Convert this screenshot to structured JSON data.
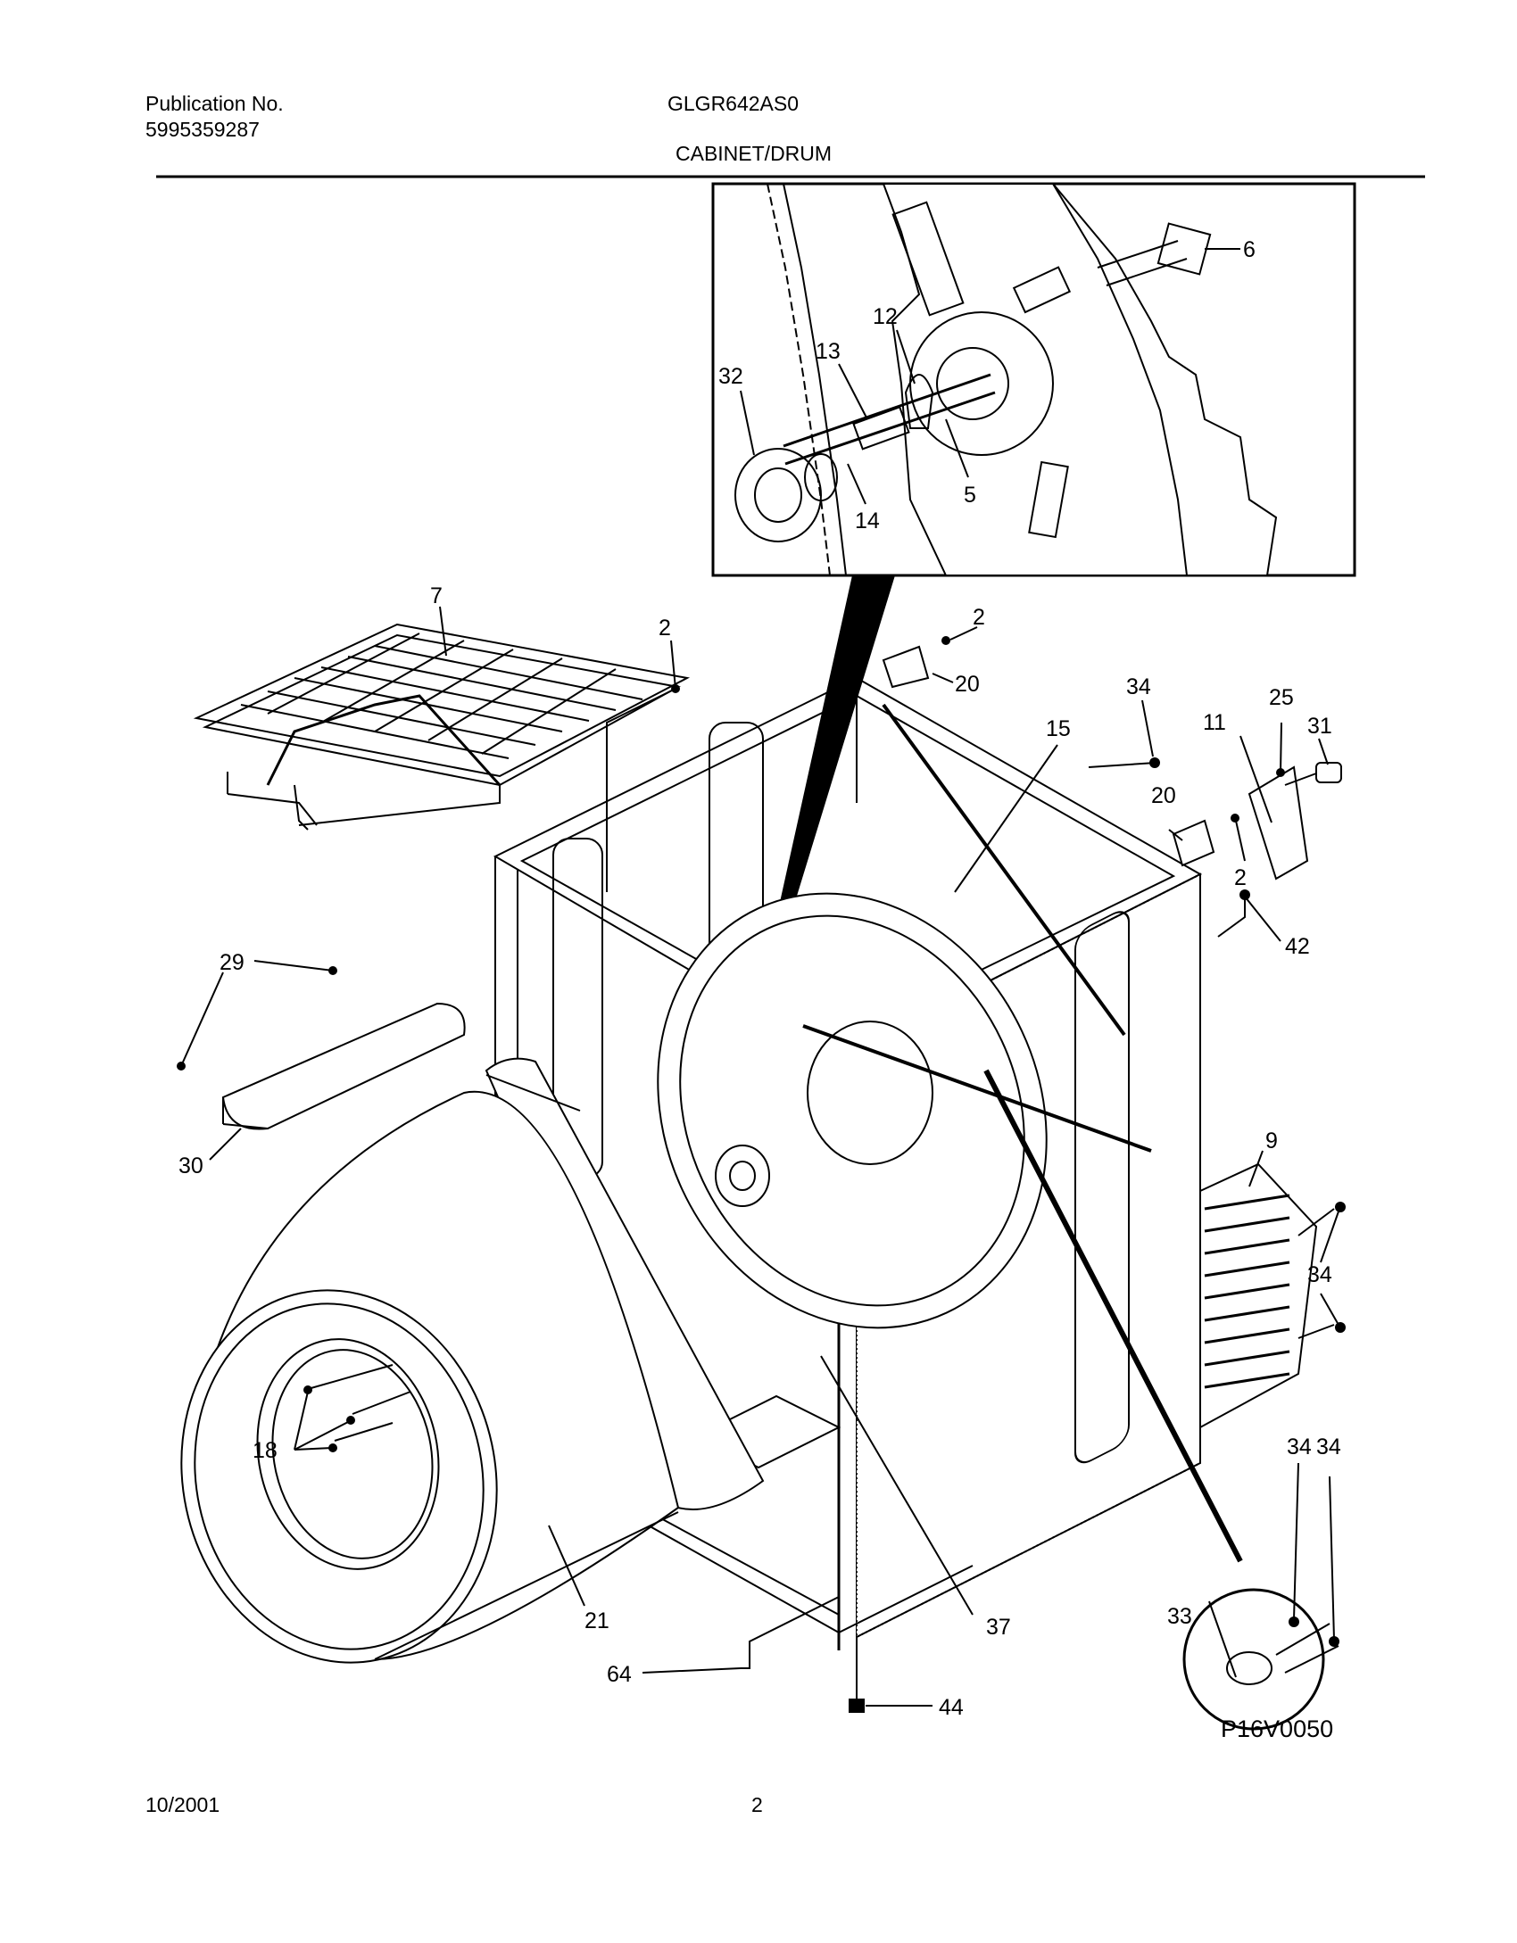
{
  "header": {
    "publication_label": "Publication No.",
    "publication_number": "5995359287",
    "model": "GLGR642AS0",
    "section": "CABINET/DRUM"
  },
  "diagram": {
    "code": "P16V0050",
    "callouts": {
      "c6": "6",
      "c12": "12",
      "c13": "13",
      "c32": "32",
      "c5": "5",
      "c14": "14",
      "c7": "7",
      "c2a": "2",
      "c2b": "2",
      "c20a": "20",
      "c34a": "34",
      "c25": "25",
      "c15": "15",
      "c11": "11",
      "c31": "31",
      "c20b": "20",
      "c2c": "2",
      "c42": "42",
      "c29": "29",
      "c30": "30",
      "c9": "9",
      "c34b": "34",
      "c18": "18",
      "c34c": "34",
      "c34d": "34",
      "c33": "33",
      "c21": "21",
      "c37": "37",
      "c64": "64",
      "c44": "44"
    }
  },
  "footer": {
    "date": "10/2001",
    "page": "2"
  }
}
